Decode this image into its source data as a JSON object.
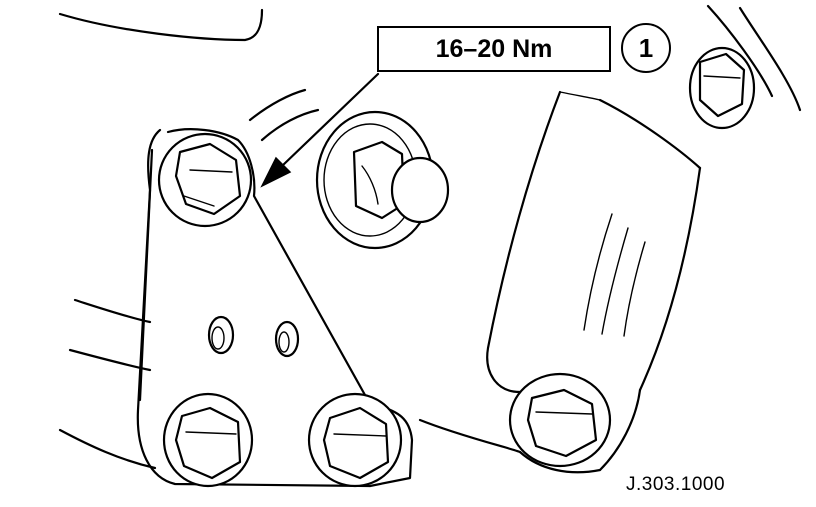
{
  "diagram": {
    "torque_spec": "16–20 Nm",
    "callout_number": "1",
    "reference_code": "J.303.1000"
  },
  "colors": {
    "line": "#000000",
    "background": "#ffffff"
  }
}
